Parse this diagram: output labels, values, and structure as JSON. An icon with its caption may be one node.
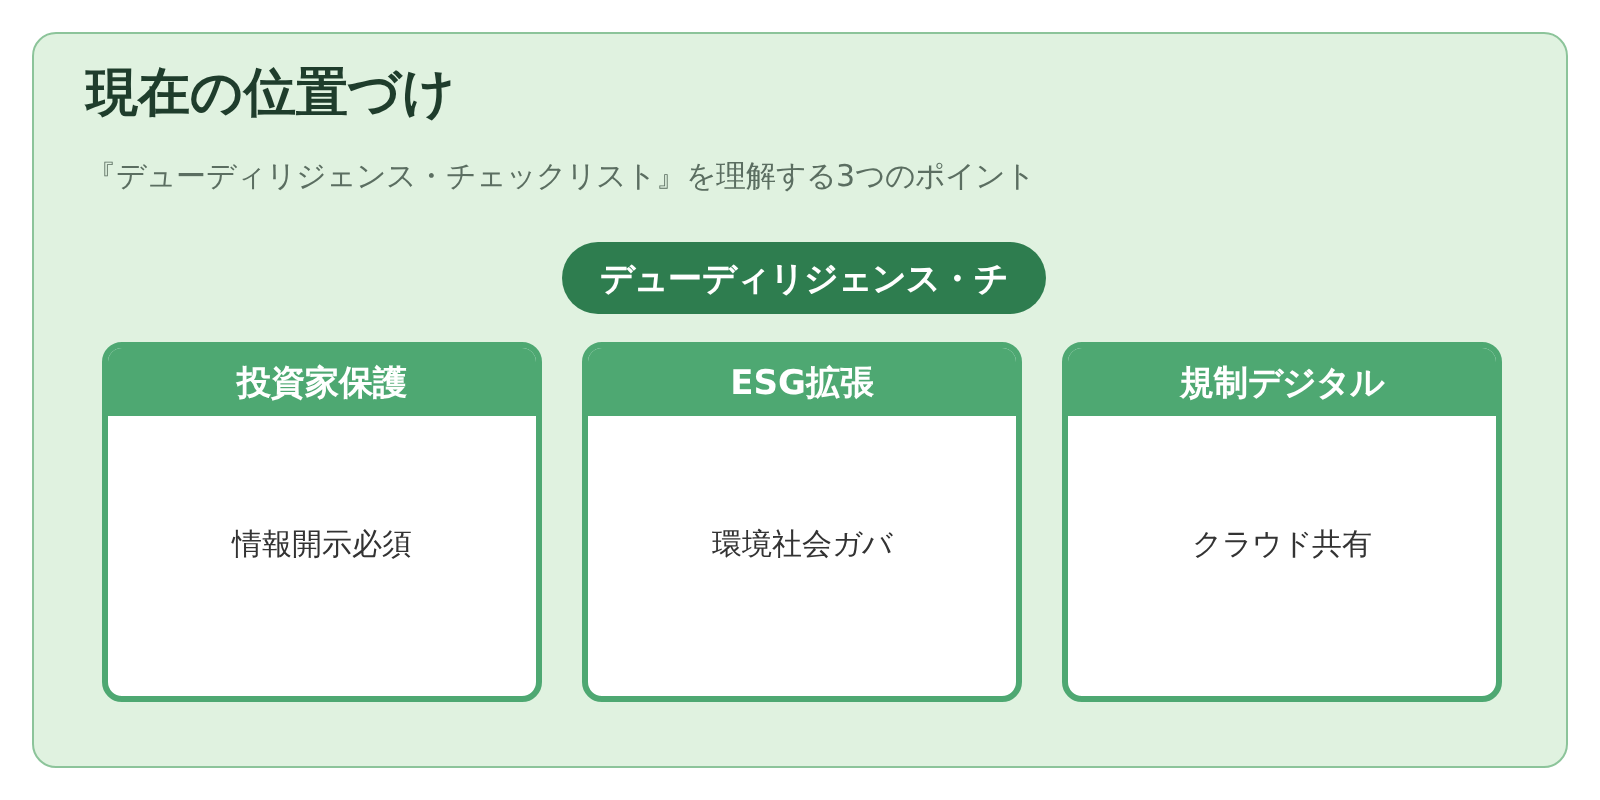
{
  "diagram": {
    "nodes": [
      {
        "text": [
          "現在の位置づけ",
          "『デューディリジェンス・チェックリスト』を理解する3つのポイント"
        ]
      },
      {
        "text": [
          "デューディリジェンス・チ"
        ],
        "in": 0
      },
      {
        "text": [
          "投資家保護",
          "情報開示必須"
        ],
        "in": 0
      },
      {
        "text": [
          "ESG拡張",
          "環境社会ガバ"
        ],
        "in": 0
      },
      {
        "text": [
          "規制デジタル",
          "クラウド共有"
        ],
        "in": 0
      }
    ]
  }
}
